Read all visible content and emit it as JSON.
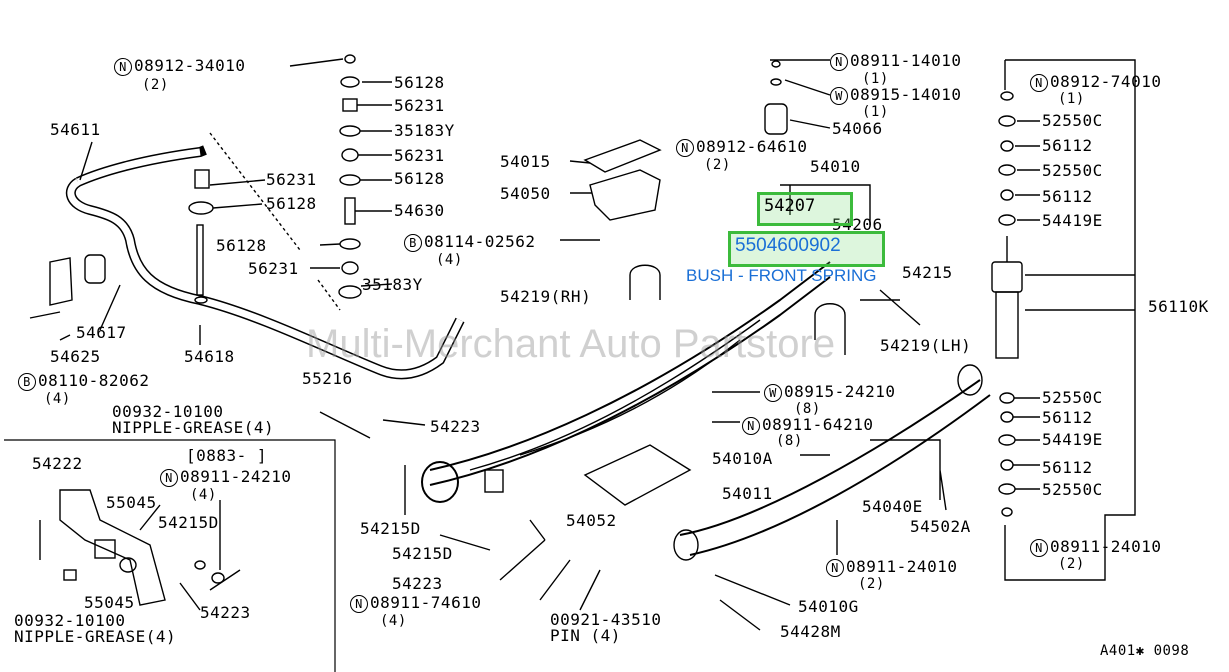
{
  "watermark": "Multi-Merchant Auto Partstore",
  "diagram_code": "A401✱ 0098",
  "highlight": {
    "part_number": "54207",
    "oem_number": "5504600902",
    "description": "BUSH - FRONT SPRING"
  },
  "callouts": {
    "n08912_34010": "08912-34010",
    "n08912_34010_q": "(2)",
    "p56128_a": "56128",
    "p56231_a": "56231",
    "p35183y_a": "35183Y",
    "p56231_b": "56231",
    "p56128_b": "56128",
    "p54611": "54611",
    "p56231_c": "56231",
    "p56128_c": "56128",
    "p54630": "54630",
    "p56128_d": "56128",
    "p56231_d": "56231",
    "p35183y_b": "35183Y",
    "p54617": "54617",
    "p54625": "54625",
    "p54618": "54618",
    "b08110_82062": "08110-82062",
    "b08110_82062_q": "(4)",
    "p54015": "54015",
    "p54050": "54050",
    "n08912_64610": "08912-64610",
    "n08912_64610_q": "(2)",
    "p54010": "54010",
    "p54206": "54206",
    "b08114_02562": "08114-02562",
    "b08114_02562_q": "(4)",
    "n08911_14010": "08911-14010",
    "n08911_14010_q": "(1)",
    "w08915_14010": "08915-14010",
    "w08915_14010_q": "(1)",
    "p54066": "54066",
    "p54219rh": "54219(RH)",
    "p54215": "54215",
    "p54219lh": "54219(LH)",
    "n08912_74010": "08912-74010",
    "n08912_74010_q": "(1)",
    "p52550c_a": "52550C",
    "p56112_a": "56112",
    "p52550c_b": "52550C",
    "p56112_b": "56112",
    "p54419e_a": "54419E",
    "p56110k": "56110K",
    "p52550c_c": "52550C",
    "p56112_c": "56112",
    "p54419e_b": "54419E",
    "p56112_d": "56112",
    "p52550c_d": "52550C",
    "n08911_24010": "08911-24010",
    "n08911_24010_q": "(2)",
    "p55216": "55216",
    "n00932_10100": "00932-10100",
    "nipple_a": "NIPPLE-GREASE(4)",
    "p54223_a": "54223",
    "w08915_24210": "08915-24210",
    "w08915_24210_q": "(8)",
    "n08911_64210": "08911-64210",
    "n08911_64210_q": "(8)",
    "p54010a": "54010A",
    "p54011": "54011",
    "p54040e": "54040E",
    "p54502a": "54502A",
    "p54215d_a": "54215D",
    "p54215d_b": "54215D",
    "p54052": "54052",
    "p54223_b": "54223",
    "n08911_74610": "08911-74610",
    "n08911_74610_q": "(4)",
    "n00921_43510": "00921-43510",
    "pin": "PIN (4)",
    "n08911_24010b": "08911-24010",
    "n08911_24010b_q": "(2)",
    "p54010g": "54010G",
    "p54428m": "54428M",
    "inset_date": "[0883-    ]",
    "inset_54222": "54222",
    "inset_n08911_24210": "08911-24210",
    "inset_n08911_24210_q": "(4)",
    "inset_55045_a": "55045",
    "inset_54215d": "54215D",
    "inset_55045_b": "55045",
    "inset_54223": "54223",
    "inset_00932": "00932-10100",
    "inset_nipple": "NIPPLE-GREASE(4)"
  },
  "markers": {
    "n": "N",
    "w": "W",
    "b": "B"
  }
}
